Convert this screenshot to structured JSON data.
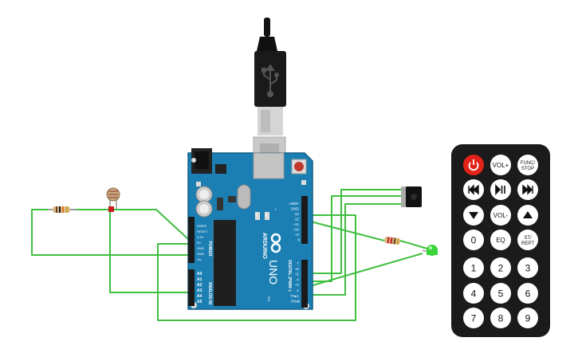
{
  "colors": {
    "wire": "#3fbf3f",
    "board": "#1c7fb3",
    "board_dark": "#155e86",
    "header": "#1a1a1a",
    "remote_body": "#1b1b1b",
    "key": "#ffffff",
    "power_key": "#e2231a",
    "led": "#39d439",
    "usb_metal": "#c8c8c8"
  },
  "board": {
    "brand": "ARDUINO",
    "model": "UNO",
    "left_pins_power": [
      "IOREF",
      "RESET",
      "3.3V",
      "5V",
      "GND",
      "GND",
      "Vin"
    ],
    "power_label": "POWER",
    "left_pins_analog": [
      "A0",
      "A1",
      "A2",
      "A3",
      "A4",
      "A5"
    ],
    "analog_label": "ANALOG IN",
    "right_pins_top": [
      "AREF",
      "GND",
      "13",
      "12",
      "~11",
      "~10",
      "~9",
      "8"
    ],
    "right_pins_bottom": [
      "7",
      "~6",
      "~5",
      "4",
      "~3",
      "2",
      "TX▸1",
      "RX◂0"
    ],
    "digital_label": "DIGITAL (PWM~)",
    "tx_label": "TX",
    "rx_label": "RX",
    "on_label": "ON",
    "l_label": "L"
  },
  "remote": {
    "keys": [
      {
        "label": "",
        "icon": "power-icon"
      },
      {
        "label": "VOL+",
        "icon": ""
      },
      {
        "label": "FUNC/\nSTOP",
        "icon": ""
      },
      {
        "label": "",
        "icon": "rewind-icon"
      },
      {
        "label": "",
        "icon": "play-pause-icon"
      },
      {
        "label": "",
        "icon": "fast-forward-icon"
      },
      {
        "label": "",
        "icon": "down-arrow-icon"
      },
      {
        "label": "VOL-",
        "icon": ""
      },
      {
        "label": "",
        "icon": "up-arrow-icon"
      },
      {
        "label": "0",
        "icon": ""
      },
      {
        "label": "EQ",
        "icon": ""
      },
      {
        "label": "ST/\nREPT",
        "icon": ""
      },
      {
        "label": "1",
        "icon": ""
      },
      {
        "label": "2",
        "icon": ""
      },
      {
        "label": "3",
        "icon": ""
      },
      {
        "label": "4",
        "icon": ""
      },
      {
        "label": "5",
        "icon": ""
      },
      {
        "label": "6",
        "icon": ""
      },
      {
        "label": "7",
        "icon": ""
      },
      {
        "label": "8",
        "icon": ""
      },
      {
        "label": "9",
        "icon": ""
      }
    ]
  }
}
